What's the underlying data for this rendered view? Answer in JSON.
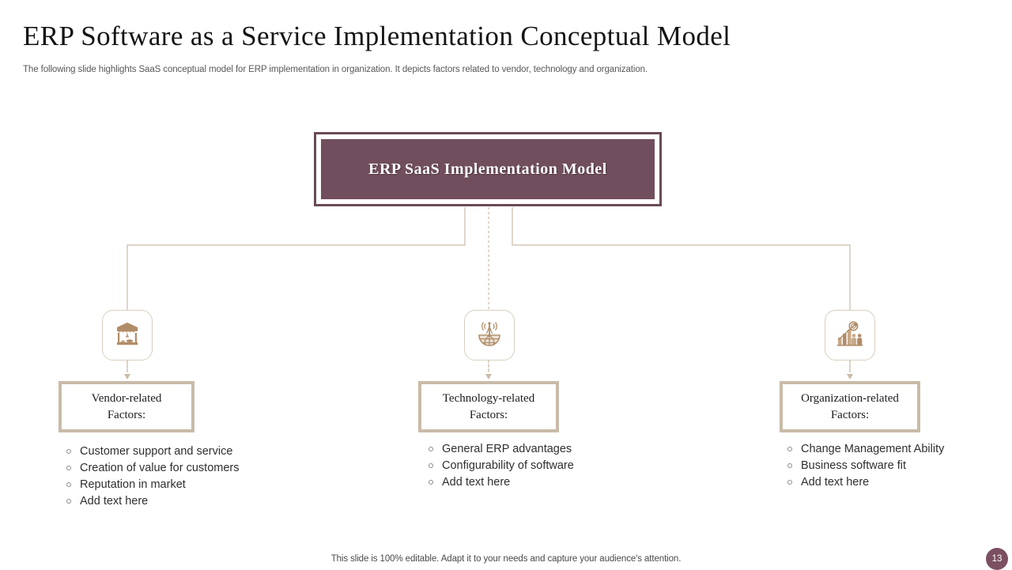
{
  "slide": {
    "title": "ERP Software as a Service Implementation Conceptual Model",
    "subtitle": "The following slide highlights SaaS conceptual model for ERP implementation in organization. It depicts factors related to vendor, technology and organization.",
    "footer_note": "This slide is 100% editable. Adapt it to your needs and capture your audience's attention.",
    "page_number": "13"
  },
  "colors": {
    "root_fill": "#714e5d",
    "root_border": "#6a4a56",
    "branch_border": "#c9bba8",
    "connector": "#c9bba8",
    "icon_tan": "#b08d68",
    "icon_border": "#d9cfc0",
    "badge_fill": "#7b5062",
    "title_text": "#141414",
    "body_text": "#2f2f2f"
  },
  "root": {
    "label": "ERP SaaS Implementation  Model"
  },
  "branches": [
    {
      "id": "vendor",
      "icon": "storefront-icon",
      "title_line1": "Vendor-related",
      "title_line2": "Factors:",
      "bullets": [
        "Customer support and service",
        "Creation of value for customers",
        "Reputation in market",
        "Add text here"
      ]
    },
    {
      "id": "technology",
      "icon": "broadcast-globe-icon",
      "title_line1": "Technology-related",
      "title_line2": "Factors:",
      "bullets": [
        "General ERP advantages",
        "Configurability of software",
        "Add text here"
      ]
    },
    {
      "id": "organization",
      "icon": "growth-chart-people-icon",
      "title_line1": "Organization-related",
      "title_line2": "Factors:",
      "bullets": [
        "Change Management Ability",
        "Business software fit",
        "Add text here"
      ]
    }
  ]
}
